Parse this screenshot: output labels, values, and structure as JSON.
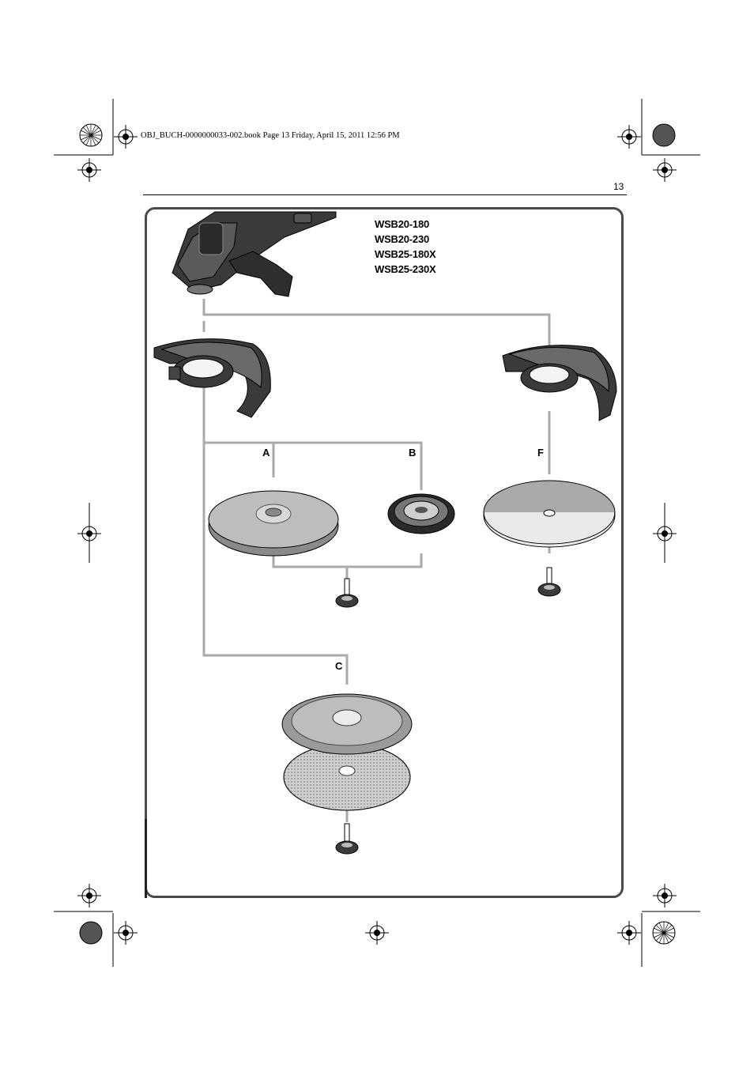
{
  "print_header": "OBJ_BUCH-0000000033-002.book  Page 13  Friday, April 15, 2011  12:56 PM",
  "page_number": "13",
  "models": [
    "WSB20-180",
    "WSB20-230",
    "WSB25-180X",
    "WSB25-230X"
  ],
  "labels": {
    "a": "A",
    "b": "B",
    "c": "C",
    "f": "F"
  },
  "colors": {
    "frame": "#4a4a4a",
    "connector_lines": "#aaaaaa",
    "tool_body": "#3a3a3a",
    "disc_face": "#bdbdbd"
  }
}
